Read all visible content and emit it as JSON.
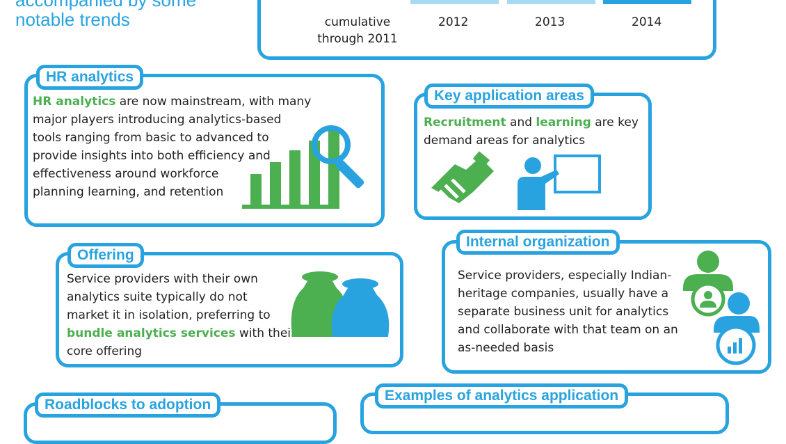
{
  "header": {
    "line1": "accompanied by some",
    "line2": "notable trends"
  },
  "chart_top": {
    "labels": {
      "cumulative_line1": "cumulative",
      "cumulative_line2": "through 2011",
      "y2012": "2012",
      "y2013": "2013",
      "y2014": "2014"
    },
    "colors": {
      "light": "#a9daf3",
      "dark": "#29a3e0"
    }
  },
  "hr_analytics": {
    "tag": "HR analytics",
    "highlight": "HR analytics",
    "line1_rest": " are now mainstream, with many",
    "line2": "major players introducing analytics-based",
    "line3": "tools ranging from basic to advanced to",
    "line4": "provide insights into both efficiency and",
    "line5": "effectiveness around workforce",
    "line6": "planning learning, and retention",
    "icon": "bar-chart-magnifier-icon"
  },
  "key_areas": {
    "tag": "Key application areas",
    "hl1": "Recruitment",
    "mid1": " and ",
    "hl2": "learning",
    "rest1": " are key",
    "line2": "demand areas for analytics",
    "icons": [
      "handshake-icon",
      "presenter-board-icon"
    ]
  },
  "offering": {
    "tag": "Offering",
    "line1": "Service providers with their own",
    "line2": "analytics suite typically do not",
    "line3": "market it in isolation, preferring to",
    "hl": "bundle analytics services",
    "line4_rest": " with their",
    "line5": "core offering",
    "icon": "money-bags-icon"
  },
  "internal_org": {
    "tag": "Internal organization",
    "line1": "Service providers, especially Indian-",
    "line2": "heritage companies, usually have a",
    "line3": "separate business unit for analytics",
    "line4": "and collaborate with that team on an",
    "line5": "as-needed basis",
    "icon": "team-analytics-icon"
  },
  "roadblocks": {
    "tag": "Roadblocks to adoption"
  },
  "examples": {
    "tag": "Examples of analytics application"
  },
  "colors": {
    "blue": "#29a3e0",
    "green": "#4caf50"
  }
}
